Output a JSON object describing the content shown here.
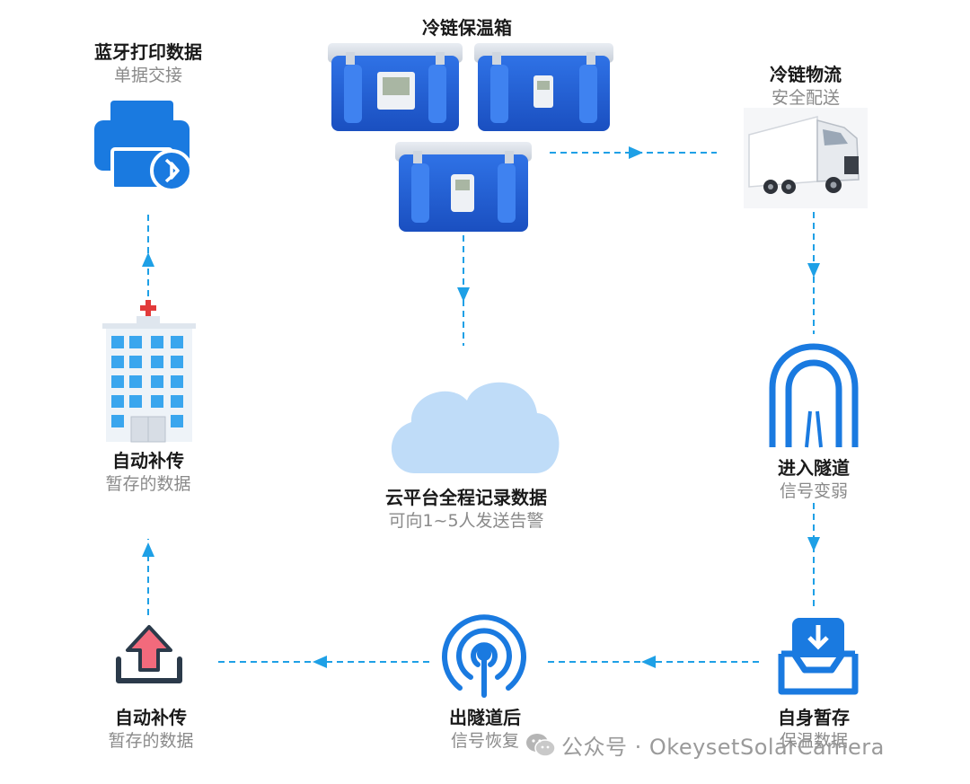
{
  "colors": {
    "accent": "#1a7ae0",
    "arrow": "#1ea0e6",
    "box": "#1f5fd6",
    "cloud": "#bfdcf8",
    "upload_red": "#f26a7c"
  },
  "nodes": {
    "cooler": {
      "title": "冷链保温箱"
    },
    "logistics": {
      "title": "冷链物流",
      "subtitle": "安全配送"
    },
    "printer": {
      "title": "蓝牙打印数据",
      "subtitle": "单据交接"
    },
    "hospital": {
      "title": "自动补传",
      "subtitle": "暂存的数据"
    },
    "cloud": {
      "title": "云平台全程记录数据",
      "subtitle": "可向1~5人发送告警"
    },
    "tunnel": {
      "title": "进入隧道",
      "subtitle": "信号变弱"
    },
    "storage": {
      "title": "自身暂存",
      "subtitle": "保温数据"
    },
    "signal": {
      "title": "出隧道后",
      "subtitle": "信号恢复"
    },
    "upload": {
      "title": "自动补传",
      "subtitle": "暂存的数据"
    }
  },
  "watermark": {
    "text": "公众号 · OkeysetSolarCamera"
  },
  "icons": [
    "printer-bluetooth-icon",
    "hospital-icon",
    "cooler-box-icon",
    "truck-icon",
    "cloud-icon",
    "tunnel-icon",
    "inbox-download-icon",
    "antenna-signal-icon",
    "upload-icon",
    "wechat-icon"
  ]
}
